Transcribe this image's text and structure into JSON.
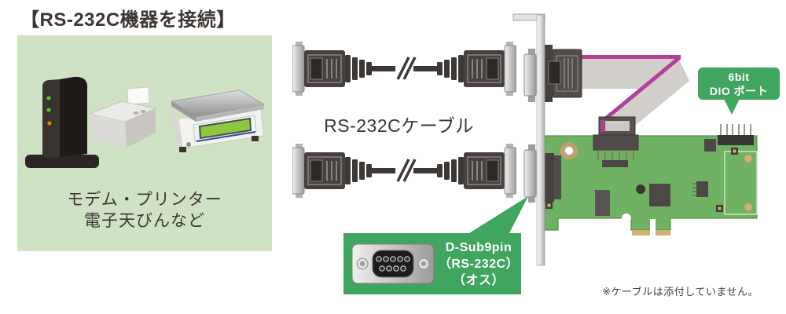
{
  "title": "【RS-232C機器を接続】",
  "device_panel": {
    "caption_line1": "モデム・プリンター",
    "caption_line2": "電子天びんなど"
  },
  "cable": {
    "label": "RS-232Cケーブル"
  },
  "dio_callout": {
    "line1": "6bit",
    "line2": "DIO ポート"
  },
  "dsub_callout": {
    "line1": "D-Sub9pin",
    "line2": "（RS-232C）",
    "line3": "（オス）"
  },
  "note": "※ケーブルは添付していません。",
  "icons": {
    "modem": "modem-tower-illustration",
    "printer": "receipt-printer-illustration",
    "balance": "electronic-balance-illustration",
    "cable": "rs232c-cable-illustration",
    "card": "interface-card-illustration",
    "dsub9": "dsub9-male-connector-icon"
  },
  "colors": {
    "panel_green": "#cfe2c3",
    "callout_green": "#3fa55f",
    "pcb_green": "#6fb263",
    "ribbon_magenta": "#b23f9b",
    "gold": "#d2b173",
    "text_dark": "#3e3532",
    "lcd_green": "#8dc63f"
  }
}
